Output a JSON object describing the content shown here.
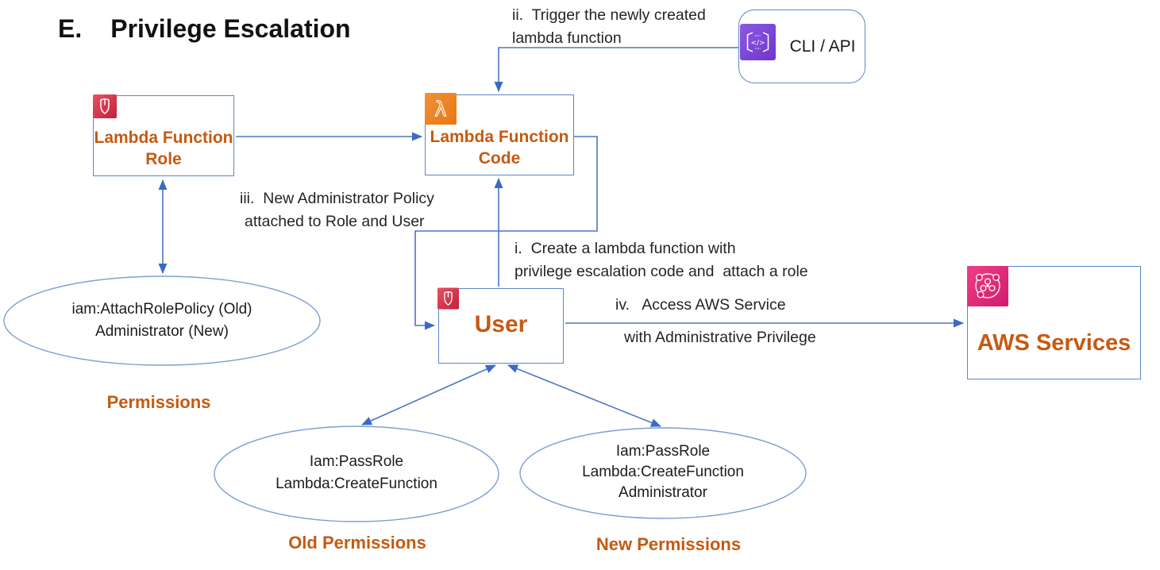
{
  "title": {
    "prefix": "E.",
    "text": "Privilege Escalation"
  },
  "nodes": {
    "lambda_role": {
      "line1": "Lambda Function",
      "line2": "Role",
      "icon": "iam-shield-icon"
    },
    "lambda_code": {
      "line1": "Lambda Function",
      "line2": "Code",
      "icon": "lambda-icon"
    },
    "cli_api": {
      "label": "CLI / API",
      "icon": "sdk-code-brackets-icon"
    },
    "user": {
      "label": "User",
      "icon": "iam-shield-icon"
    },
    "aws_services": {
      "label": "AWS Services",
      "icon": "aws-services-network-icon"
    }
  },
  "annotations": {
    "step_i": {
      "line1": "i.  Create a lambda function with",
      "line2": "privilege escalation code and  attach a role"
    },
    "step_ii": {
      "line1": "ii.  Trigger the newly created",
      "line2": "lambda function"
    },
    "step_iii": {
      "line1": "iii.  New Administrator Policy",
      "line2": "attached to Role and User"
    },
    "step_iv": {
      "line1": "iv.   Access AWS Service",
      "line2": "with Administrative Privilege"
    }
  },
  "ellipses": {
    "permissions": {
      "line1": "iam:AttachRolePolicy (Old)",
      "line2": "Administrator (New)",
      "caption": "Permissions"
    },
    "old_permissions": {
      "line1": "Iam:PassRole",
      "line2": "Lambda:CreateFunction",
      "caption": "Old Permissions"
    },
    "new_permissions": {
      "line1": "Iam:PassRole",
      "line2": "Lambda:CreateFunction",
      "line3": "Administrator",
      "caption": "New Permissions"
    }
  },
  "colors": {
    "arrow_blue": "#4a76c5",
    "box_border_blue": "#5b86c9",
    "ellipse_stroke_blue": "#7aa0d4",
    "orange_label": "#C55A11",
    "iam_red": "#DD344C",
    "lambda_orange": "#ED7100",
    "sdk_purple": "#7a43d0",
    "services_pink": "#E7157B",
    "text_dark": "#242424"
  }
}
